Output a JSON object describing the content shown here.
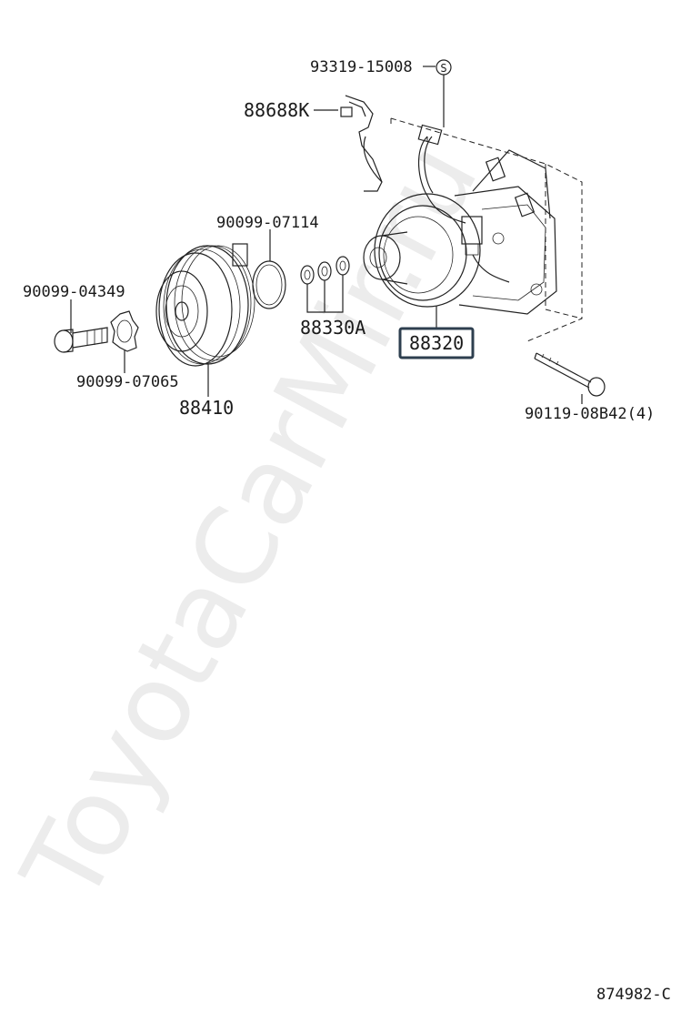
{
  "watermark": "ToyotaCarMir.ru",
  "labels": {
    "p93319": "93319-15008",
    "p88688": "88688K",
    "p90099_07114": "90099-07114",
    "p90099_04349": "90099-04349",
    "p88330": "88330A",
    "p88320": "88320",
    "p90099_07065": "90099-07065",
    "p88410": "88410",
    "p90119": "90119-08B42(4)",
    "diagram_code": "874982-C"
  },
  "symbols": {
    "s_marker": "S"
  },
  "colors": {
    "highlight_box": "#2e3f4f",
    "line": "#222222",
    "watermark": "#ececec"
  }
}
